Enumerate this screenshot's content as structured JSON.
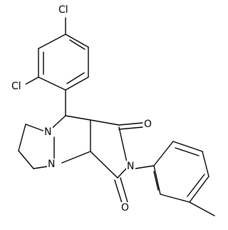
{
  "molecule": {
    "atoms": {
      "cl_top": "Cl",
      "cl_left": "Cl",
      "n_upper": "N",
      "n_lower": "N",
      "n_imide": "N",
      "o_upper": "O",
      "o_lower": "O"
    },
    "colors": {
      "bond": "#000000",
      "label": "#000000",
      "background": "#ffffff"
    }
  }
}
